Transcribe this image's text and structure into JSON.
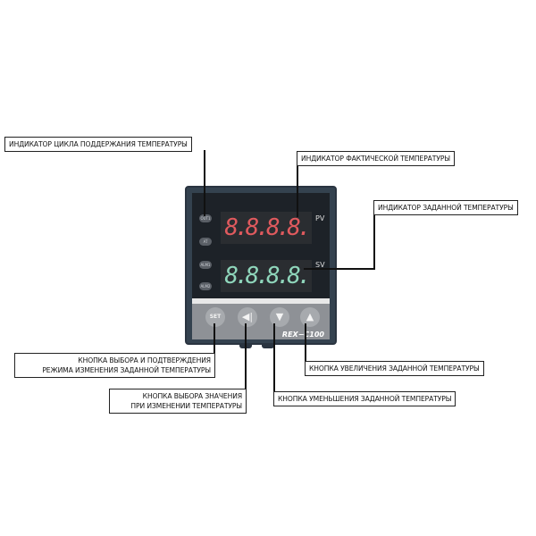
{
  "device": {
    "model": "REX−C100",
    "pv_tag": "PV",
    "sv_tag": "SV",
    "pv_digits": "8.8.8.8.",
    "sv_digits": "8.8.8.8.",
    "leds": [
      "OUT1",
      "AT",
      "ALM1",
      "ALM2"
    ],
    "buttons": {
      "set": "SET",
      "shift": "◀|",
      "down": "▼",
      "up": "▲"
    }
  },
  "labels": {
    "cycle_indicator": "ИНДИКАТОР ЦИКЛА ПОДДЕРЖАНИЯ ТЕМПЕРАТУРЫ",
    "actual_temp_indicator": "ИНДИКАТОР ФАКТИЧЕСКОЙ ТЕМПЕРАТУРЫ",
    "set_temp_indicator": "ИНДИКАТОР ЗАДАННОЙ ТЕМПЕРАТУРЫ",
    "set_button_line1": "КНОПКА ВЫБОРА И ПОДТВЕРЖДЕНИЯ",
    "set_button_line2": "РЕЖИМА ИЗМЕНЕНИЯ ЗАДАННОЙ ТЕМПЕРАТУРЫ",
    "shift_button_line1": "КНОПКА ВЫБОРА ЗНАЧЕНИЯ",
    "shift_button_line2": "ПРИ ИЗМЕНЕНИИ ТЕМПЕРАТУРЫ",
    "up_button": "КНОПКА УВЕЛИЧЕНИЯ ЗАДАННОЙ ТЕМПЕРАТУРЫ",
    "down_button": "КНОПКА УМЕНЬШЕНИЯ ЗАДАННОЙ ТЕМПЕРАТУРЫ"
  }
}
